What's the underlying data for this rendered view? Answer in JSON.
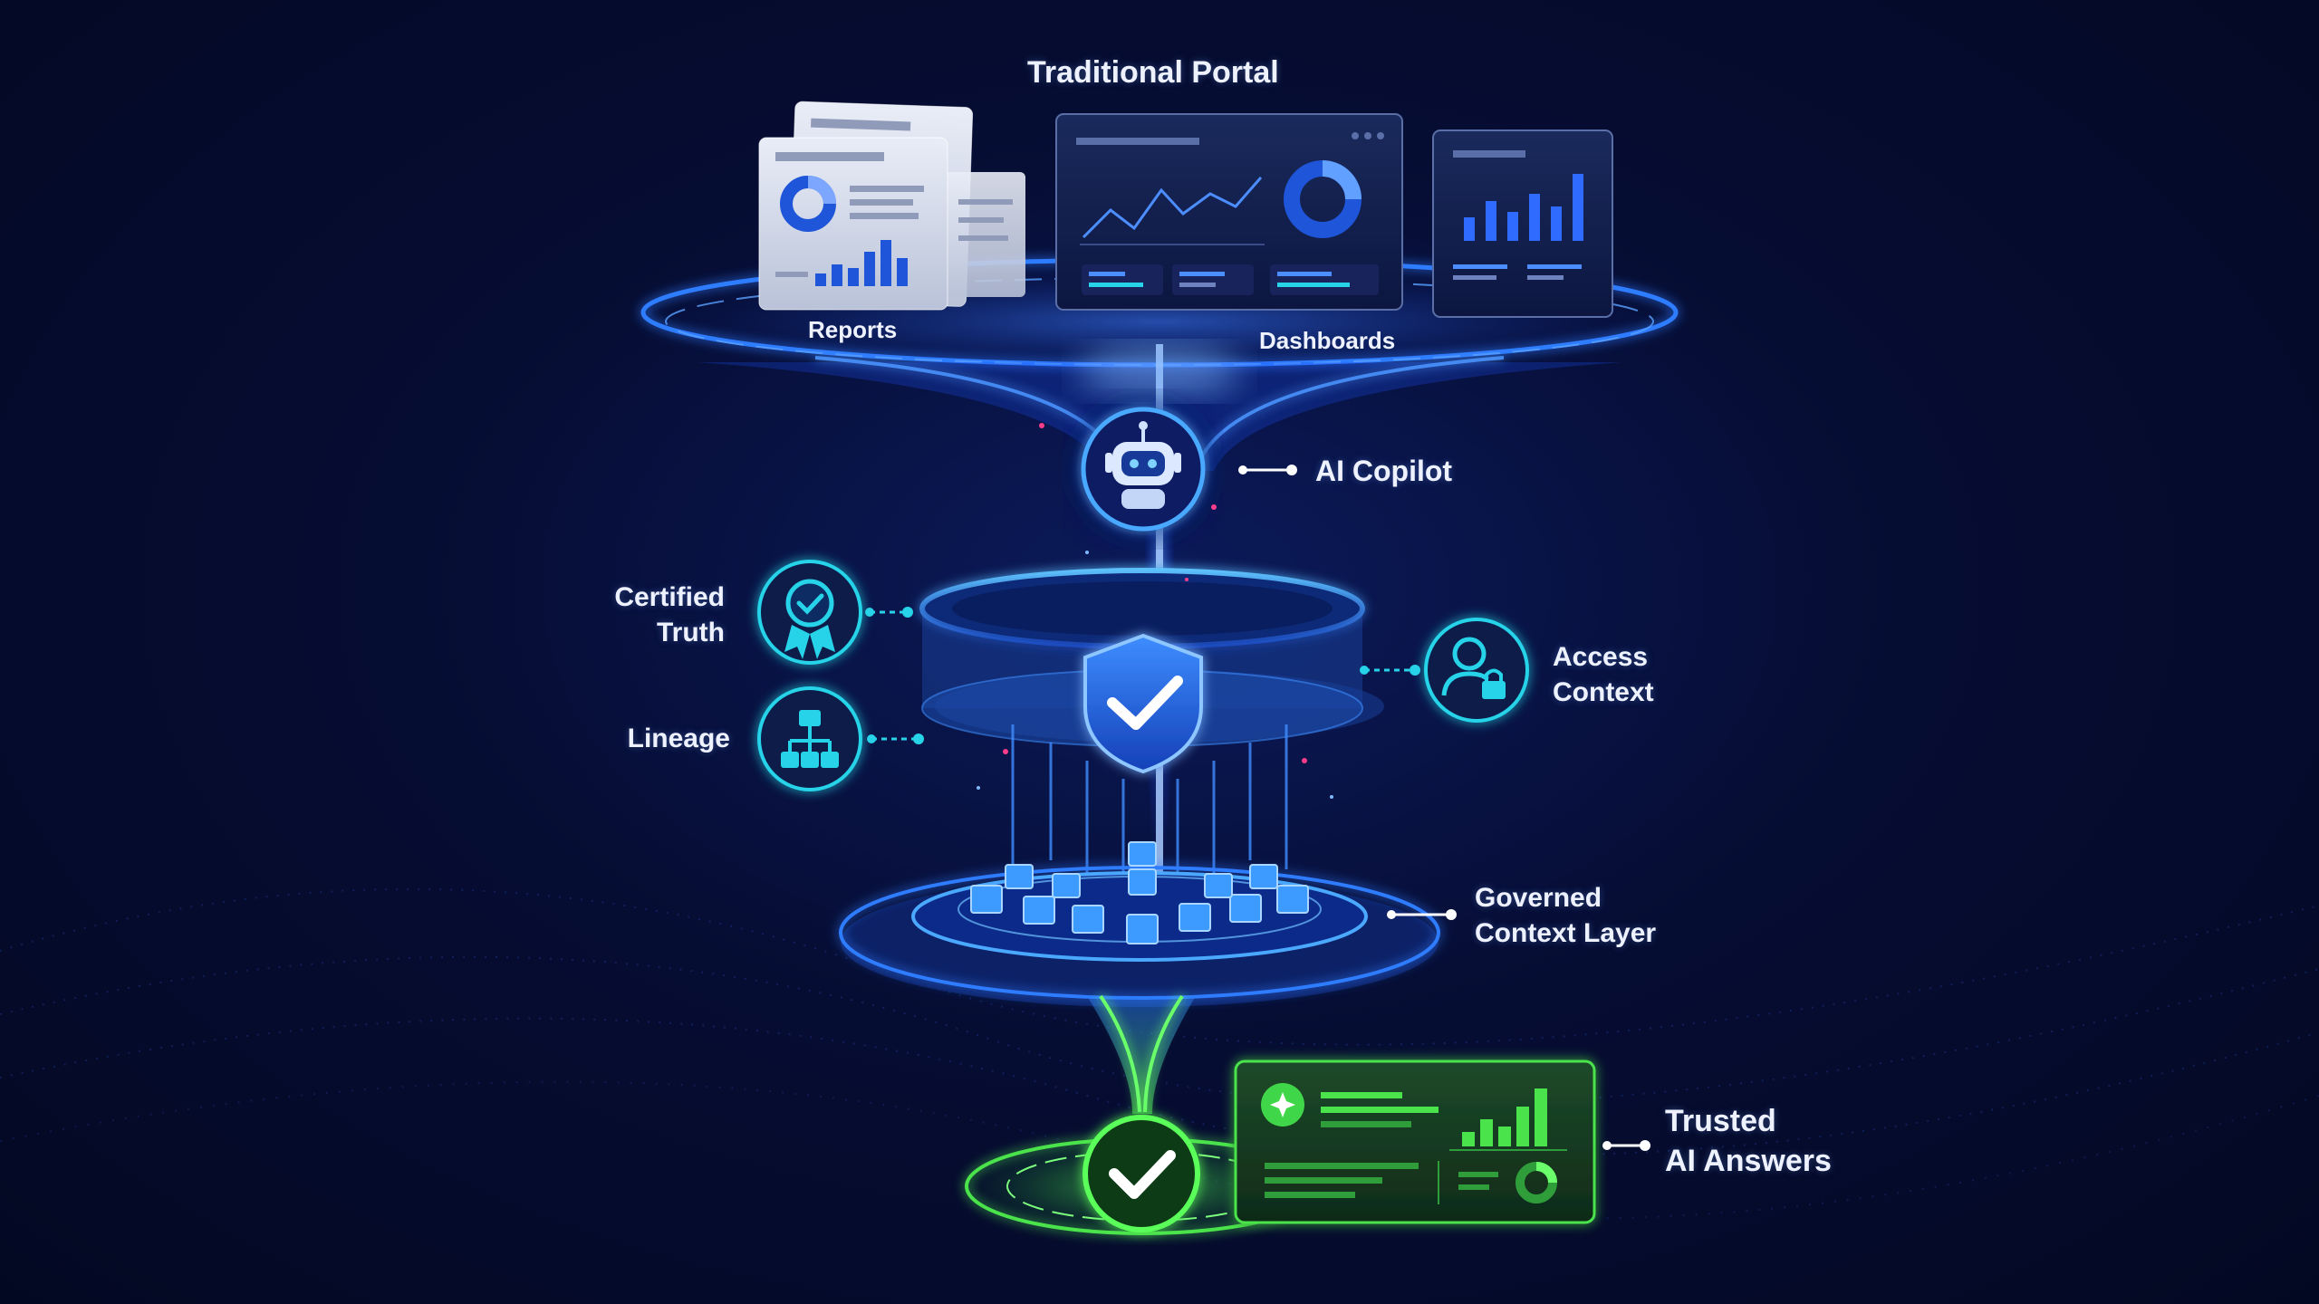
{
  "title": "Traditional Portal",
  "portal": {
    "reports_label": "Reports",
    "dashboards_label": "Dashboards"
  },
  "nodes": {
    "copilot": "AI Copilot",
    "certified_line1": "Certified",
    "certified_line2": "Truth",
    "lineage": "Lineage",
    "access_line1": "Access",
    "access_line2": "Context",
    "governed_line1": "Governed",
    "governed_line2": "Context Layer",
    "trusted_line1": "Trusted",
    "trusted_line2": "AI Answers"
  },
  "icons": {
    "copilot": "robot-icon",
    "certified": "ribbon-badge-icon",
    "lineage": "hierarchy-icon",
    "access": "user-lock-icon",
    "governance": "shield-check-icon",
    "trusted": "check-circle-icon",
    "answer_card": "sparkle-icon"
  },
  "colors": {
    "background": "#050c30",
    "accent_blue": "#2f7bff",
    "accent_cyan": "#27d3e8",
    "accent_green": "#4be34b",
    "text": "#eef2ff"
  }
}
